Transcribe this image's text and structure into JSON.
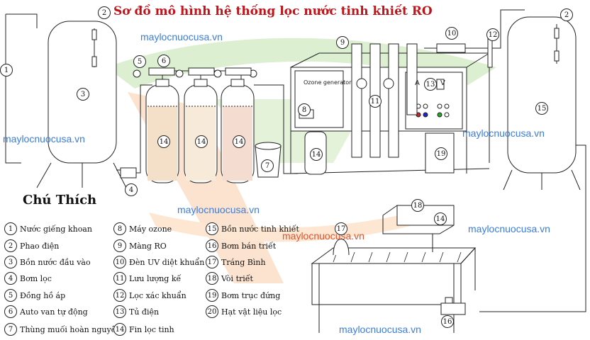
{
  "title": "Sơ đồ mô hình hệ thống lọc nước tinh khiết RO",
  "watermark": "maylocnuocusa.vn",
  "legend": {
    "heading": "Chú Thích",
    "items": [
      {
        "num": "1",
        "text": "Nước giếng khoan"
      },
      {
        "num": "2",
        "text": "Phao điện"
      },
      {
        "num": "3",
        "text": "Bồn nước đầu vào"
      },
      {
        "num": "4",
        "text": "Bơm lọc"
      },
      {
        "num": "5",
        "text": "Đồng hồ áp"
      },
      {
        "num": "6",
        "text": "Auto van tự động"
      },
      {
        "num": "7",
        "text": "Thùng muối hoàn nguyên"
      },
      {
        "num": "8",
        "text": "Máy ozone"
      },
      {
        "num": "9",
        "text": "Màng RO"
      },
      {
        "num": "10",
        "text": "Đèn UV diệt khuẩn"
      },
      {
        "num": "11",
        "text": "Lưu lượng kế"
      },
      {
        "num": "12",
        "text": "Lọc xác khuẩn"
      },
      {
        "num": "13",
        "text": "Tủ điện"
      },
      {
        "num": "14",
        "text": "Fin lọc  tinh"
      },
      {
        "num": "15",
        "text": "Bồn nước tinh khiết"
      },
      {
        "num": "16",
        "text": "Bơm bán triết"
      },
      {
        "num": "17",
        "text": "Tráng Bình"
      },
      {
        "num": "18",
        "text": "Vòi triết"
      },
      {
        "num": "19",
        "text": "Bơm trục đứng"
      },
      {
        "num": "20",
        "text": "Hạt vật liệu lọc"
      }
    ]
  },
  "diagram": {
    "callouts": [
      "1",
      "2",
      "2",
      "3",
      "4",
      "5",
      "6",
      "7",
      "8",
      "9",
      "10",
      "11",
      "12",
      "13",
      "14",
      "14",
      "14",
      "14",
      "15",
      "16",
      "17",
      "18",
      "19",
      "14"
    ],
    "ozone_label": "Ozone generator",
    "panel_letters": [
      "A",
      "V"
    ]
  }
}
